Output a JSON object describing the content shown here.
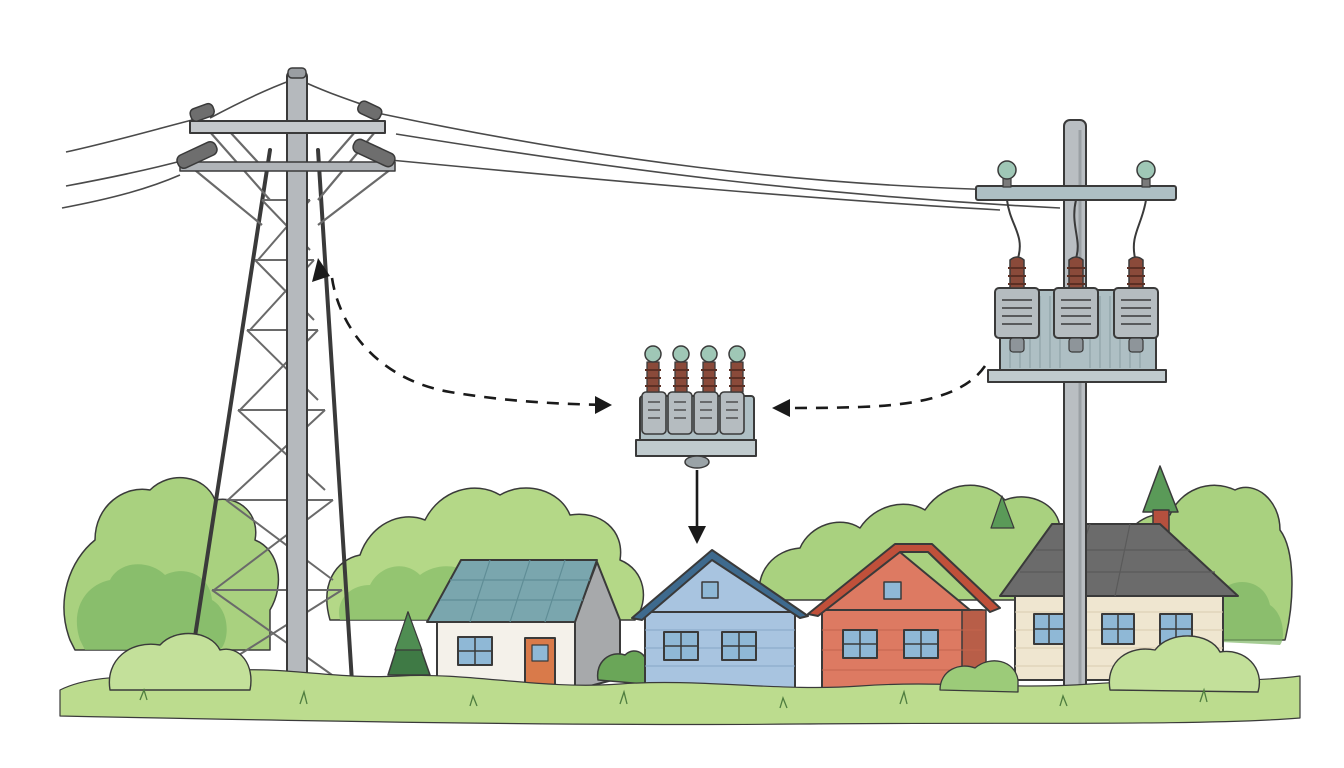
{
  "diagram": {
    "elements": [
      {
        "id": "transmission-tower",
        "icon": "lattice-steel-tower-icon"
      },
      {
        "id": "pole-transformer-bank",
        "icon": "three-transformers-on-pole-icon"
      },
      {
        "id": "center-transformer",
        "icon": "four-bushing-transformer-icon"
      },
      {
        "id": "houses",
        "icon": "row-of-houses-icon"
      }
    ],
    "connections": [
      {
        "from": "center-transformer",
        "to": "transmission-tower",
        "style": "dashed"
      },
      {
        "from": "pole-transformer-bank",
        "to": "center-transformer",
        "style": "dashed"
      },
      {
        "from": "center-transformer",
        "to": "houses",
        "style": "solid"
      }
    ]
  },
  "colors": {
    "ink": "#3a3a3a",
    "steel": "#8a8f94",
    "pole": "#b9bec2",
    "transformer": "#aebfc4",
    "bushing": "#8a4a3a",
    "insulator_cap": "#9fc7b6",
    "foliage_light": "#b9d98a",
    "foliage_mid": "#8cc26e",
    "foliage_dark": "#5f9e55",
    "house_white_roof": "#7aa5ad",
    "house_blue": "#a8c4e0",
    "house_blue_roof": "#3e6a8e",
    "house_red": "#dd7a62",
    "house_red_roof": "#c0503a",
    "house_cream": "#efe6d0",
    "house_cream_roof": "#6b6b6b",
    "door_orange": "#d97a4a",
    "window_blue": "#8fb8d6"
  }
}
